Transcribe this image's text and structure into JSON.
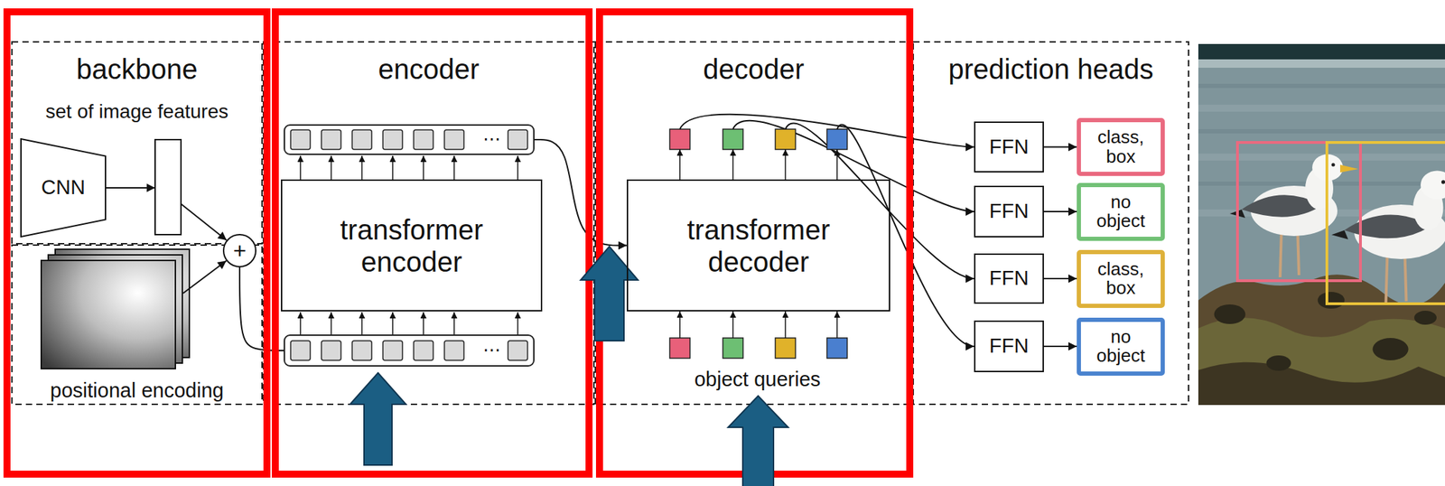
{
  "diagram": {
    "nodes": [
      {
        "text": [
          "backbone",
          "set of image features"
        ]
      },
      {
        "text": [
          "CNN"
        ],
        "in": 0
      },
      {
        "text": [
          "positional encoding"
        ]
      },
      {
        "text": [
          "+"
        ]
      },
      {
        "text": [
          "encoder"
        ]
      },
      {
        "text": [
          "⋯"
        ],
        "in": 4
      },
      {
        "text": [
          "transformer encoder"
        ],
        "in": 4
      },
      {
        "text": [
          "⋯"
        ],
        "in": 4
      },
      {
        "text": [
          "decoder"
        ]
      },
      {
        "text": [
          "transformer decoder"
        ],
        "in": 8
      },
      {
        "text": [
          "prediction heads"
        ]
      },
      {
        "text": [
          "FFN"
        ],
        "in": 10
      },
      {
        "text": [
          "class, box"
        ],
        "in": 10
      },
      {
        "text": [
          "FFN"
        ],
        "in": 10
      },
      {
        "text": [
          "no object"
        ],
        "in": 10
      },
      {
        "text": [
          "FFN"
        ],
        "in": 10
      },
      {
        "text": [
          "class, box"
        ],
        "in": 10
      },
      {
        "text": [
          "FFN"
        ],
        "in": 10
      },
      {
        "text": [
          "no object"
        ],
        "in": 10
      }
    ],
    "edges": [
      {
        "from": 3,
        "to": 7,
        "arrow": "none"
      },
      {
        "from": 5,
        "to": 9,
        "arrow": "to"
      },
      {
        "from": 11,
        "to": 12,
        "arrow": "to"
      },
      {
        "from": 13,
        "to": 14,
        "arrow": "to"
      },
      {
        "from": 15,
        "to": 16,
        "arrow": "to"
      },
      {
        "from": 17,
        "to": 18,
        "arrow": "to"
      }
    ],
    "labels": [
      "object queries"
    ]
  }
}
